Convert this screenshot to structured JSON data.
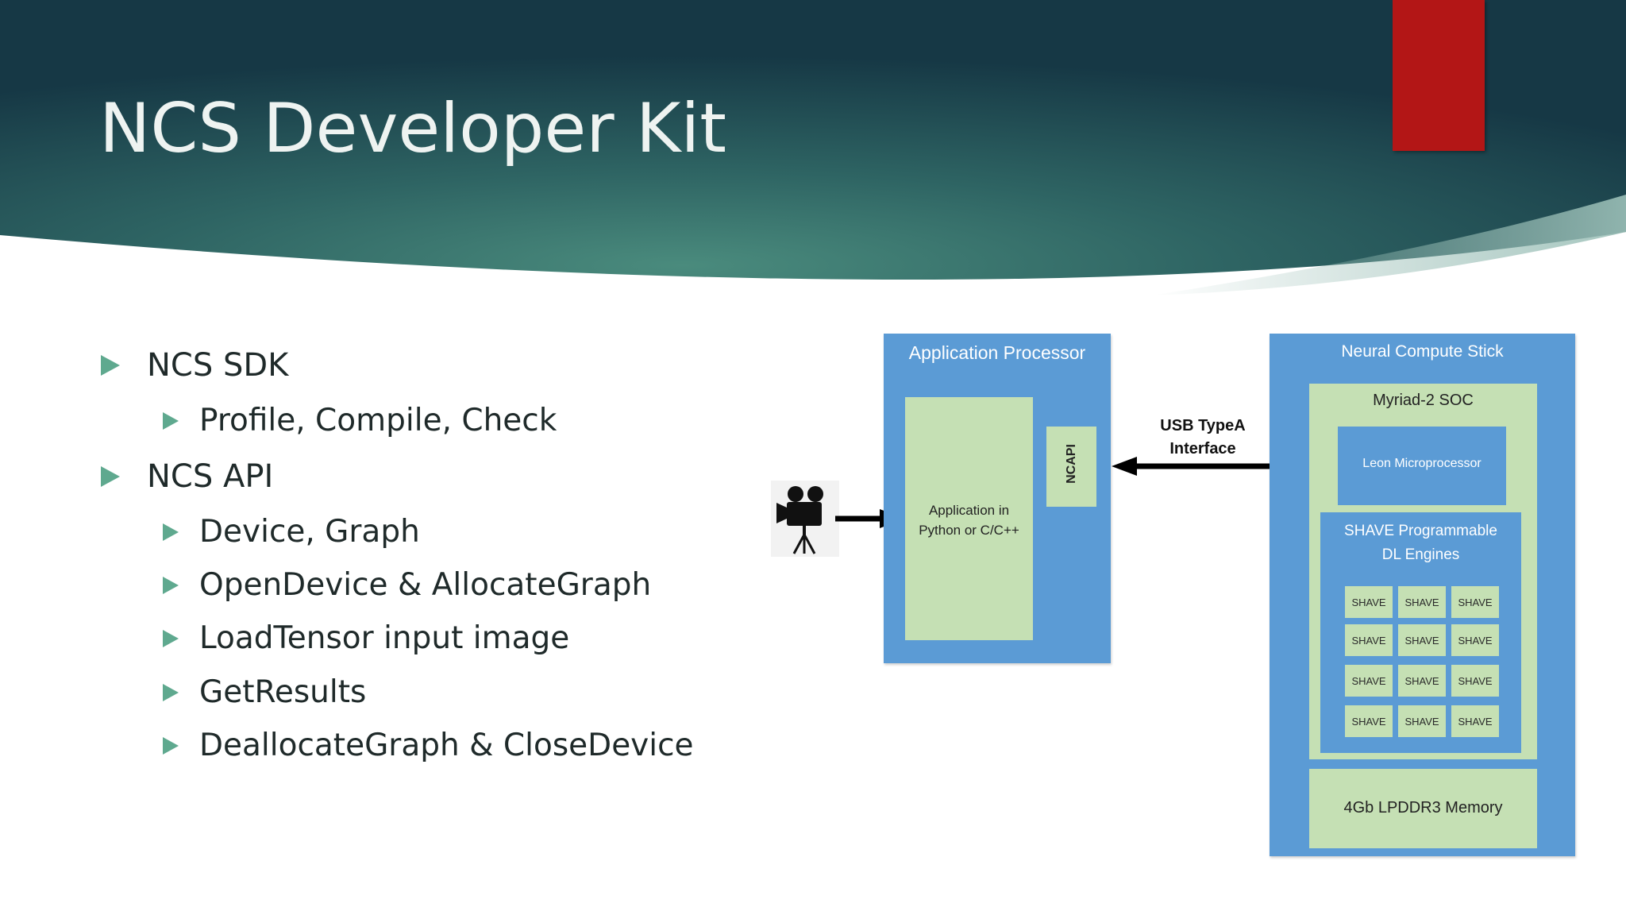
{
  "title": "NCS Developer Kit",
  "bullets": [
    {
      "text": "NCS SDK",
      "children": [
        {
          "text": "Profile, Compile, Check"
        }
      ]
    },
    {
      "text": "NCS API",
      "children": [
        {
          "text": "Device, Graph"
        },
        {
          "text": "OpenDevice & AllocateGraph"
        },
        {
          "text": "LoadTensor input image"
        },
        {
          "text": "GetResults"
        },
        {
          "text": "DeallocateGraph & CloseDevice"
        }
      ]
    }
  ],
  "diagram": {
    "app_processor": {
      "title": "Application Processor",
      "app_line1": "Application in",
      "app_line2": "Python or C/C++",
      "ncapi": "NCAPI"
    },
    "link": {
      "line1": "USB TypeA",
      "line2": "Interface"
    },
    "stick": {
      "title": "Neural Compute Stick",
      "soc": "Myriad-2 SOC",
      "leon": "Leon Microprocessor",
      "shave_line1": "SHAVE Programmable",
      "shave_line2": "DL Engines",
      "shave_label": "SHAVE",
      "memory": "4Gb LPDDR3 Memory"
    }
  },
  "colors": {
    "header_dark": "#163845",
    "header_mid": "#3f7f73",
    "accent_red": "#b31616",
    "bullet_marker": "#5fa98f",
    "box_blue": "#5b9bd5",
    "box_green": "#c5e0b4"
  },
  "icons": {
    "camera": "video-camera-icon"
  }
}
